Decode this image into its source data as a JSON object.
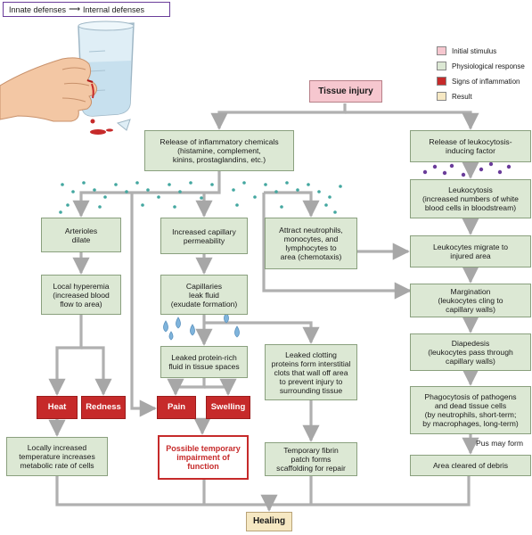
{
  "header": {
    "left": "Innate defenses",
    "right": "Internal defenses"
  },
  "legend": [
    {
      "label": "Initial stimulus",
      "color": "#f6c7cf"
    },
    {
      "label": "Physiological response",
      "color": "#dce8d4"
    },
    {
      "label": "Signs of inflammation",
      "color": "#c62a2a"
    },
    {
      "label": "Result",
      "color": "#f6e8c3"
    }
  ],
  "nodes": {
    "tissue_injury": "Tissue injury",
    "release_chem": "Release of inflammatory chemicals\n(histamine, complement,\nkinins, prostaglandins, etc.)",
    "release_leuko_factor": "Release of leukocytosis-\ninducing factor",
    "leukocytosis": "Leukocytosis\n(increased numbers of white\nblood cells in bloodstream)",
    "arterioles": "Arterioles\ndilate",
    "capillary_perm": "Increased capillary\npermeability",
    "attract": "Attract neutrophils,\nmonocytes, and\nlymphocytes to\narea (chemotaxis)",
    "migrate": "Leukocytes migrate to\ninjured area",
    "hyperemia": "Local hyperemia\n(increased blood\nflow to area)",
    "leak_fluid": "Capillaries\nleak fluid\n(exudate formation)",
    "margination": "Margination\n(leukocytes cling to\ncapillary walls)",
    "protein_fluid": "Leaked protein-rich\nfluid in tissue spaces",
    "clotting": "Leaked clotting\nproteins form interstitial\nclots that wall off area\nto prevent injury to\nsurrounding tissue",
    "diapedesis": "Diapedesis\n(leukocytes pass through\ncapillary walls)",
    "phagocytosis": "Phagocytosis of pathogens\nand dead tissue cells\n(by neutrophils, short-term;\nby macrophages, long-term)",
    "heat": "Heat",
    "redness": "Redness",
    "pain": "Pain",
    "swelling": "Swelling",
    "pus": "Pus may form",
    "temperature": "Locally increased\ntemperature increases\nmetabolic rate of cells",
    "impairment": "Possible temporary\nimpairment of\nfunction",
    "fibrin": "Temporary fibrin\npatch forms\nscaffolding for repair",
    "debris": "Area cleared of debris",
    "healing": "Healing"
  }
}
